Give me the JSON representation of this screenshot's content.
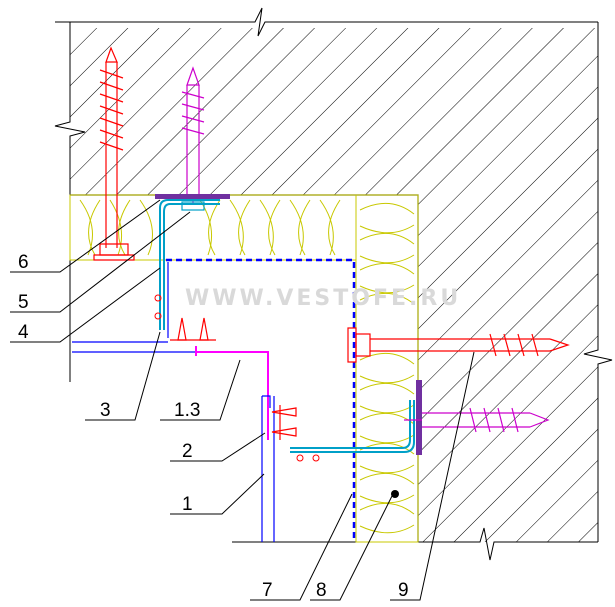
{
  "watermark": "WWW.VESTOFE.RU",
  "callouts": [
    {
      "id": "6",
      "label": "6"
    },
    {
      "id": "5",
      "label": "5"
    },
    {
      "id": "4",
      "label": "4"
    },
    {
      "id": "3",
      "label": "3"
    },
    {
      "id": "1.3",
      "label": "1.3"
    },
    {
      "id": "2",
      "label": "2"
    },
    {
      "id": "1",
      "label": "1"
    },
    {
      "id": "7",
      "label": "7"
    },
    {
      "id": "8",
      "label": "8"
    },
    {
      "id": "9",
      "label": "9"
    }
  ],
  "colors": {
    "wall_hatch": "#000000",
    "insulation": "#c8c800",
    "anchor_red": "#ff0000",
    "anchor_magenta": "#cc00cc",
    "bracket_cyan": "#00a0c8",
    "profile_blue": "#0000ff",
    "cladding_magenta": "#ff00ff",
    "gasket_purple": "#7030a0"
  }
}
